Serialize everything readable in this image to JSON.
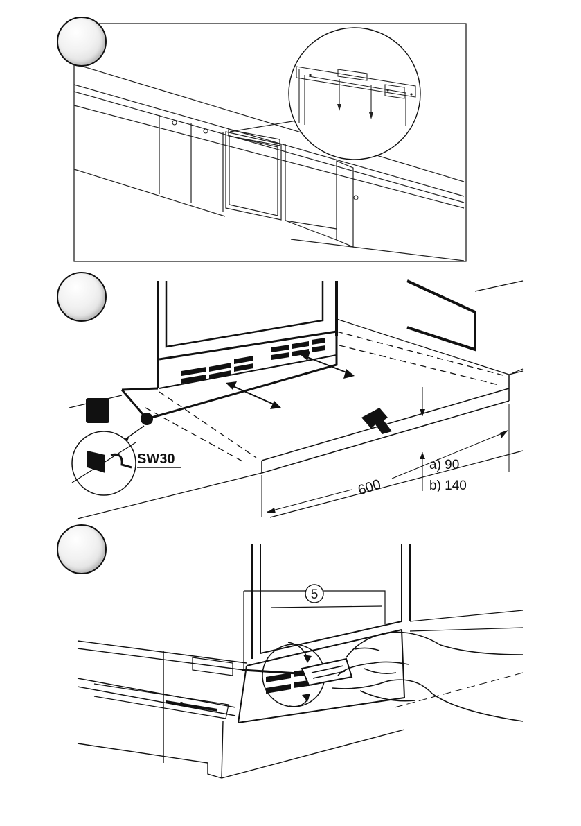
{
  "panel2": {
    "wrench_label": "SW30",
    "depth_label": "600",
    "height_a": "a) 90",
    "height_b": "b) 140"
  },
  "panel3": {
    "callout_number": "5"
  }
}
